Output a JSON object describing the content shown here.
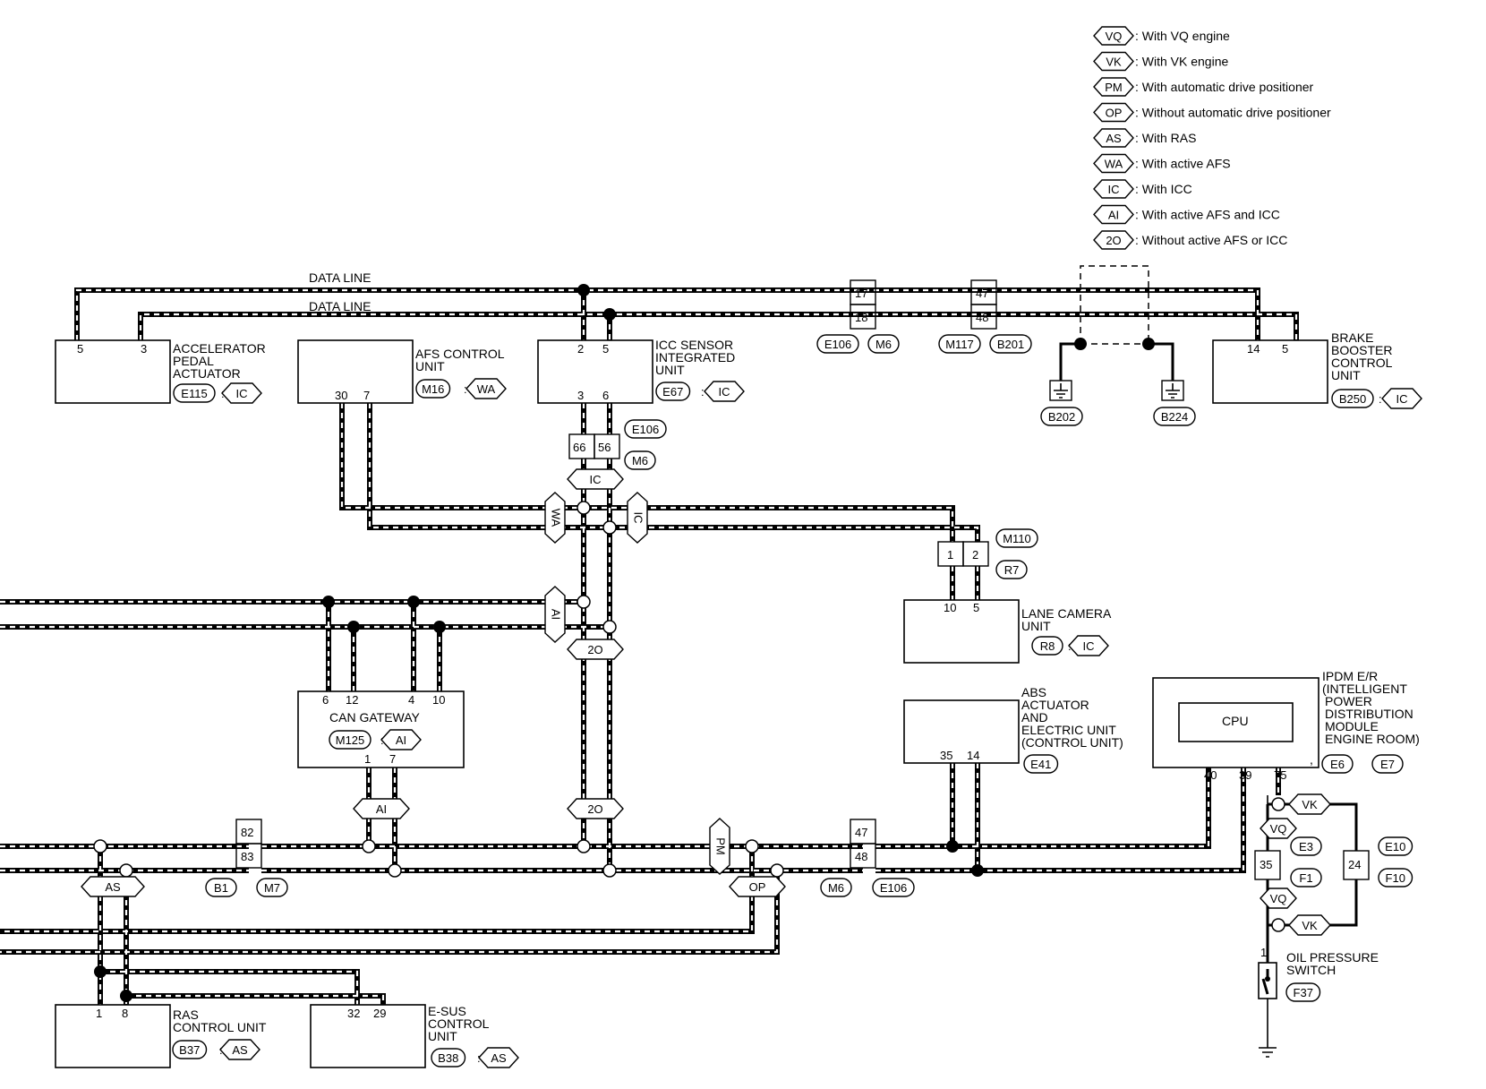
{
  "legend": [
    {
      "code": "VQ",
      "text": ": With VQ engine"
    },
    {
      "code": "VK",
      "text": ": With VK engine"
    },
    {
      "code": "PM",
      "text": ": With automatic drive positioner"
    },
    {
      "code": "OP",
      "text": ": Without automatic drive positioner"
    },
    {
      "code": "AS",
      "text": ": With RAS"
    },
    {
      "code": "WA",
      "text": ": With active AFS"
    },
    {
      "code": "IC",
      "text": ": With ICC"
    },
    {
      "code": "AI",
      "text": ": With active AFS and ICC"
    },
    {
      "code": "2O",
      "text": ": Without active AFS or ICC"
    }
  ],
  "wire_labels": {
    "data_line_1": "DATA LINE",
    "data_line_2": "DATA LINE"
  },
  "units": {
    "accel": {
      "l1": "ACCELERATOR",
      "l2": "PEDAL",
      "l3": "ACTUATOR",
      "conn": "E115",
      "cond": "IC",
      "pin_a": "5",
      "pin_b": "3"
    },
    "afs": {
      "l1": "AFS CONTROL",
      "l2": "UNIT",
      "conn": "M16",
      "cond": "WA",
      "pin_a": "30",
      "pin_b": "7"
    },
    "icc": {
      "l1": "ICC SENSOR",
      "l2": "INTEGRATED",
      "l3": "UNIT",
      "conn": "E67",
      "cond": "IC",
      "pin_top_a": "2",
      "pin_top_b": "5",
      "pin_bot_a": "3",
      "pin_bot_b": "6"
    },
    "brake": {
      "l1": "BRAKE",
      "l2": "BOOSTER",
      "l3": "CONTROL",
      "l4": "UNIT",
      "conn": "B250",
      "cond": "IC",
      "pin_a": "14",
      "pin_b": "5"
    },
    "lane": {
      "l1": "LANE CAMERA",
      "l2": "UNIT",
      "conn": "R8",
      "cond": "IC",
      "pin_a": "10",
      "pin_b": "5"
    },
    "gateway": {
      "name": "CAN GATEWAY",
      "conn": "M125",
      "cond": "AI",
      "pins_top": [
        "6",
        "12",
        "4",
        "10"
      ],
      "pins_bot": [
        "1",
        "7"
      ]
    },
    "abs": {
      "l1": "ABS",
      "l2": "ACTUATOR",
      "l3": "AND",
      "l4": "ELECTRIC UNIT",
      "l5": "(CONTROL UNIT)",
      "conn": "E41",
      "pin_a": "35",
      "pin_b": "14"
    },
    "ipdm": {
      "l1": "IPDM E/R",
      "l2": "(INTELLIGENT",
      "l3": "POWER",
      "l4": "DISTRIBUTION",
      "l5": "MODULE",
      "l6": "ENGINE ROOM)",
      "cpu": "CPU",
      "conn_a": "E6",
      "sep": ",",
      "conn_b": "E7",
      "pins": [
        "40",
        "39",
        "75"
      ]
    },
    "ras": {
      "l1": "RAS",
      "l2": "CONTROL UNIT",
      "conn": "B37",
      "cond": "AS",
      "pin_a": "1",
      "pin_b": "8"
    },
    "esus": {
      "l1": "E-SUS",
      "l2": "CONTROL",
      "l3": "UNIT",
      "conn": "B38",
      "cond": "AS",
      "pin_a": "32",
      "pin_b": "29"
    },
    "oil": {
      "l1": "OIL PRESSURE",
      "l2": "SWITCH",
      "conn": "F37",
      "pin": "1"
    }
  },
  "connectors": {
    "top": {
      "pin_a": "17",
      "pin_b": "18",
      "c1": "E106",
      "c2": "M6"
    },
    "top2": {
      "pin_a": "47",
      "pin_b": "48",
      "c1": "M117",
      "c2": "B201"
    },
    "grounds": {
      "g1": "B202",
      "g2": "B224"
    },
    "icc_link": {
      "pin_a": "66",
      "pin_b": "56",
      "c1": "E106",
      "c2": "M6"
    },
    "lane_link": {
      "pin_a": "1",
      "pin_b": "2",
      "c1": "M110",
      "c2": "R7"
    },
    "left_bot": {
      "pin_a": "82",
      "pin_b": "83",
      "c1": "B1",
      "c2": "M7"
    },
    "mid_bot": {
      "pin_a": "47",
      "pin_b": "48",
      "c1": "M6",
      "c2": "E106"
    },
    "oil_a": {
      "pin": "35",
      "c1": "E3",
      "c2": "F1"
    },
    "oil_b": {
      "pin": "24",
      "c1": "E10",
      "c2": "F10"
    }
  },
  "conditions": {
    "ic_mid": "IC",
    "wa_v": "WA",
    "ic_v": "IC",
    "ai_v": "AI",
    "o2_a": "2O",
    "ai_gw": "AI",
    "o2_b": "2O",
    "as_l": "AS",
    "pm_v": "PM",
    "op": "OP",
    "vk1": "VK",
    "vq1": "VQ",
    "vq2": "VQ",
    "vk2": "VK"
  }
}
